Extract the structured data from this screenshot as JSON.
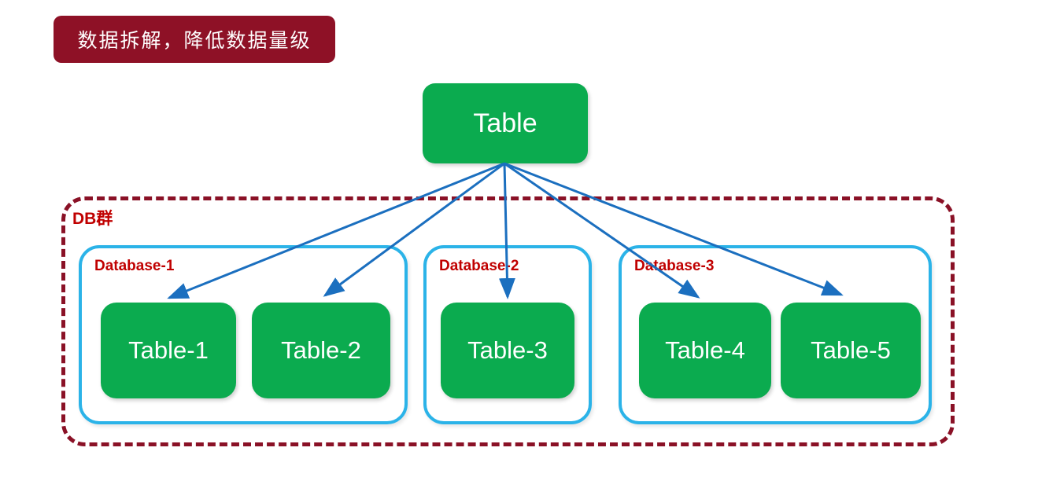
{
  "title_banner": {
    "text": "数据拆解，降低数据量级"
  },
  "root_table": {
    "label": "Table"
  },
  "cluster": {
    "label": "DB群",
    "databases": [
      {
        "label": "Database-1",
        "tables": [
          {
            "label": "Table-1"
          },
          {
            "label": "Table-2"
          }
        ]
      },
      {
        "label": "Database-2",
        "tables": [
          {
            "label": "Table-3"
          }
        ]
      },
      {
        "label": "Database-3",
        "tables": [
          {
            "label": "Table-4"
          },
          {
            "label": "Table-5"
          }
        ]
      }
    ]
  },
  "edges": [
    {
      "from": "Table",
      "to": "Table-1"
    },
    {
      "from": "Table",
      "to": "Table-2"
    },
    {
      "from": "Table",
      "to": "Table-3"
    },
    {
      "from": "Table",
      "to": "Table-4"
    },
    {
      "from": "Table",
      "to": "Table-5"
    }
  ],
  "colors": {
    "node_green": "#0BAB4F",
    "database_border_blue": "#2BB3E8",
    "arrow_blue": "#1B6FBF",
    "banner_maroon": "#8E1126",
    "cluster_border_maroon": "#8A1126",
    "label_red": "#C00000",
    "node_text": "#FFFFFF"
  }
}
